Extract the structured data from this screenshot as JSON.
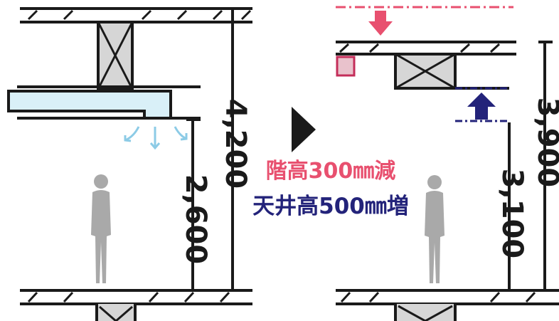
{
  "colors": {
    "line": "#1a1a1a",
    "structure_fill": "#d6d6d6",
    "duct_fill": "#d9f0f8",
    "person": "#a9a9a9",
    "reduce_accent": "#e8506f",
    "increase_accent": "#23237a",
    "airflow": "#8ccbe6"
  },
  "before": {
    "floor_height": "4,200",
    "ceiling_height": "2,600"
  },
  "after": {
    "floor_height": "3,900",
    "ceiling_height": "3,100"
  },
  "callout": {
    "line1": "階高300㎜減",
    "line2": "天井高500㎜増"
  }
}
